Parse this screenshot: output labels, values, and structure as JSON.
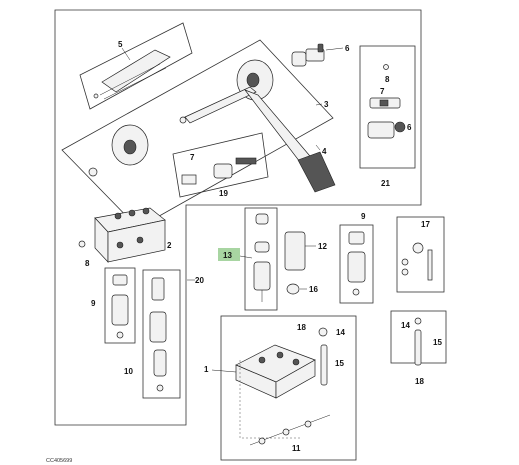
{
  "diagram": {
    "reference_code": "CC405699",
    "callouts": {
      "c1": "1",
      "c2": "2",
      "c3": "3",
      "c4": "4",
      "c5": "5",
      "c6a": "6",
      "c6b": "6",
      "c7a": "7",
      "c7b": "7",
      "c8a": "8",
      "c8b": "8",
      "c9a": "9",
      "c9b": "9",
      "c10": "10",
      "c11": "11",
      "c12": "12",
      "c13": "13",
      "c14a": "14",
      "c14b": "14",
      "c15a": "15",
      "c15b": "15",
      "c16": "16",
      "c17": "17",
      "c18a": "18",
      "c18b": "18",
      "c19": "19",
      "c20": "20",
      "c21": "21"
    },
    "highlight_color": "#a8d5a2"
  }
}
